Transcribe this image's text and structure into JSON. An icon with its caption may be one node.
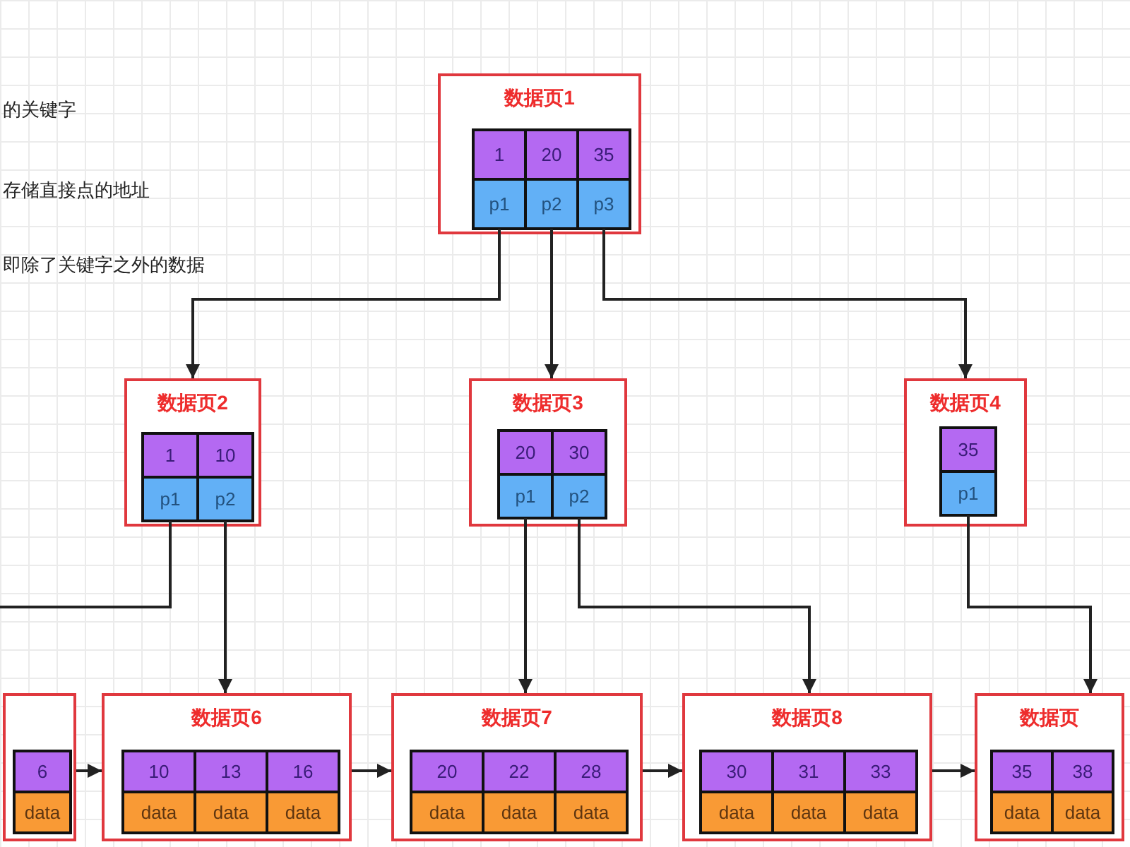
{
  "diagram": {
    "nodes": [
      {
        "text": [
          "数据页1"
        ]
      },
      {
        "text": [
          "1"
        ],
        "in": 0
      },
      {
        "text": [
          "20"
        ],
        "in": 0
      },
      {
        "text": [
          "35"
        ],
        "in": 0
      },
      {
        "text": [
          "p1"
        ],
        "in": 0
      },
      {
        "text": [
          "p2"
        ],
        "in": 0
      },
      {
        "text": [
          "p3"
        ],
        "in": 0
      },
      {
        "text": [
          "数据页2"
        ]
      },
      {
        "text": [
          "1"
        ],
        "in": 7
      },
      {
        "text": [
          "10"
        ],
        "in": 7
      },
      {
        "text": [
          "p1"
        ],
        "in": 7
      },
      {
        "text": [
          "p2"
        ],
        "in": 7
      },
      {
        "text": [
          "数据页3"
        ]
      },
      {
        "text": [
          "20"
        ],
        "in": 12
      },
      {
        "text": [
          "30"
        ],
        "in": 12
      },
      {
        "text": [
          "p1"
        ],
        "in": 12
      },
      {
        "text": [
          "p2"
        ],
        "in": 12
      },
      {
        "text": [
          "数据页4"
        ]
      },
      {
        "text": [
          "35"
        ],
        "in": 17
      },
      {
        "text": [
          "p1"
        ],
        "in": 17
      },
      {
        "text": [],
        "shape": "box"
      },
      {
        "text": [
          "6"
        ],
        "in": 20
      },
      {
        "text": [
          "data"
        ],
        "in": 20
      },
      {
        "text": [
          "数据页6"
        ]
      },
      {
        "text": [
          "10"
        ],
        "in": 23
      },
      {
        "text": [
          "13"
        ],
        "in": 23
      },
      {
        "text": [
          "16"
        ],
        "in": 23
      },
      {
        "text": [
          "data"
        ],
        "in": 23
      },
      {
        "text": [
          "data"
        ],
        "in": 23
      },
      {
        "text": [
          "data"
        ],
        "in": 23
      },
      {
        "text": [
          "数据页7"
        ]
      },
      {
        "text": [
          "20"
        ],
        "in": 30
      },
      {
        "text": [
          "22"
        ],
        "in": 30
      },
      {
        "text": [
          "28"
        ],
        "in": 30
      },
      {
        "text": [
          "data"
        ],
        "in": 30
      },
      {
        "text": [
          "data"
        ],
        "in": 30
      },
      {
        "text": [
          "data"
        ],
        "in": 30
      },
      {
        "text": [
          "数据页8"
        ]
      },
      {
        "text": [
          "30"
        ],
        "in": 37
      },
      {
        "text": [
          "31"
        ],
        "in": 37
      },
      {
        "text": [
          "33"
        ],
        "in": 37
      },
      {
        "text": [
          "data"
        ],
        "in": 37
      },
      {
        "text": [
          "data"
        ],
        "in": 37
      },
      {
        "text": [
          "data"
        ],
        "in": 37
      },
      {
        "text": [
          "数据页"
        ]
      },
      {
        "text": [
          "35"
        ],
        "in": 44
      },
      {
        "text": [
          "38"
        ],
        "in": 44
      },
      {
        "text": [
          "data"
        ],
        "in": 44
      },
      {
        "text": [
          "data"
        ],
        "in": 44
      }
    ],
    "edges": [
      {
        "from": 4,
        "to": 7,
        "arrow": "to"
      },
      {
        "from": 5,
        "to": 12,
        "arrow": "to"
      },
      {
        "from": 6,
        "to": 17,
        "arrow": "to"
      },
      {
        "from": 10,
        "to": null,
        "arrow": "none"
      },
      {
        "from": 11,
        "to": 23,
        "arrow": "to"
      },
      {
        "from": 15,
        "to": 30,
        "arrow": "to"
      },
      {
        "from": 16,
        "to": 37,
        "arrow": "to"
      },
      {
        "from": 19,
        "to": 44,
        "arrow": "to"
      },
      {
        "from": 20,
        "to": 23,
        "arrow": "to"
      },
      {
        "from": 23,
        "to": 30,
        "arrow": "to"
      },
      {
        "from": 30,
        "to": 37,
        "arrow": "to"
      },
      {
        "from": 37,
        "to": 44,
        "arrow": "to"
      }
    ],
    "labels": [
      "的关键字",
      "存储直接点的地址",
      "即除了关键字之外的数据"
    ]
  }
}
